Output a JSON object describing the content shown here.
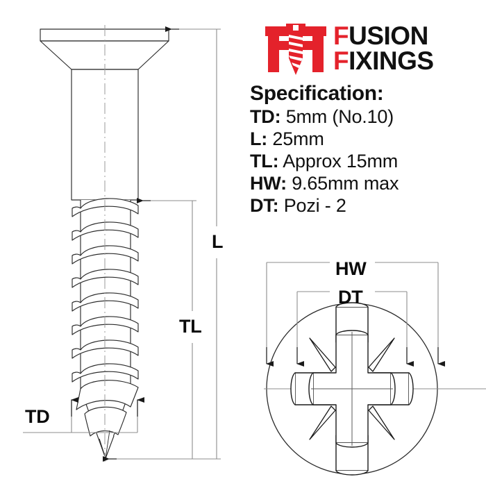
{
  "brand": {
    "name_line1": "FUSION",
    "name_line2": "FIXINGS",
    "line1_cap": "F",
    "line1_rest": "USION",
    "line2_cap": "F",
    "line2_rest": "IXINGS",
    "logo_icon": "screw-between-two-f-letters",
    "red": "#e4222b",
    "black": "#111111"
  },
  "spec": {
    "title": "Specification:",
    "rows": [
      {
        "key": "TD:",
        "value": "5mm (No.10)"
      },
      {
        "key": "L:",
        "value": "25mm"
      },
      {
        "key": "TL:",
        "value": "Approx 15mm"
      },
      {
        "key": "HW:",
        "value": "9.65mm max"
      },
      {
        "key": "DT:",
        "value": "Pozi - 2"
      }
    ]
  },
  "dimensions": {
    "length": "L",
    "thread_length": "TL",
    "thread_diameter": "TD",
    "head_width": "HW",
    "drive_type": "DT"
  },
  "drawings": {
    "side_view": "countersunk-wood-screw-side-view",
    "head_view": "pozidriv-countersunk-head-top-view"
  },
  "line_color": "#7a7a7a",
  "dark_line_color": "#1a1a1a"
}
